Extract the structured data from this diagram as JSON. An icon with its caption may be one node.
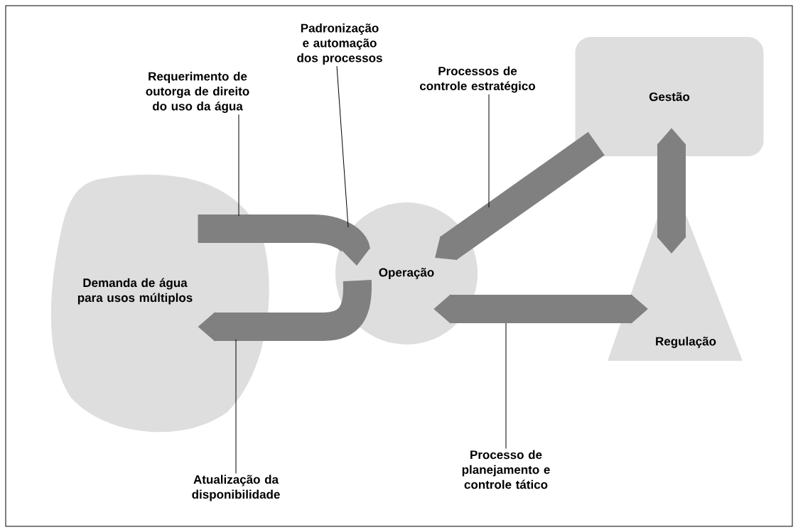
{
  "diagram": {
    "nodes": [
      {
        "text": [
          "Demanda de água para usos múltiplos"
        ]
      },
      {
        "text": [
          "Operação"
        ]
      },
      {
        "text": [
          "Gestão"
        ]
      },
      {
        "text": [
          "Regulação"
        ]
      },
      {
        "text": [
          "Requerimento de outorga de direito do uso da água"
        ]
      },
      {
        "text": [
          "Padronização e automação dos processos"
        ]
      },
      {
        "text": [
          "Processos de controle estratégico"
        ]
      },
      {
        "text": [
          "Atualização da disponibilidade"
        ]
      },
      {
        "text": [
          "Processo de planejamento e controle tático"
        ]
      }
    ],
    "edges": [
      {
        "from": 0,
        "to": 1,
        "arrow": "to",
        "style": "thick",
        "color": "#808080"
      },
      {
        "from": 1,
        "to": 0,
        "arrow": "to",
        "style": "thick",
        "color": "#808080"
      },
      {
        "from": 2,
        "to": 1,
        "arrow": "to",
        "style": "thick",
        "color": "#808080"
      },
      {
        "from": 1,
        "to": 3,
        "arrow": "both",
        "style": "thick",
        "color": "#808080"
      },
      {
        "from": 2,
        "to": 3,
        "arrow": "both",
        "style": "thick",
        "color": "#808080"
      },
      {
        "from": 4,
        "to": 0,
        "arrow": "none",
        "color": "#000000"
      },
      {
        "from": 5,
        "to": 1,
        "arrow": "none",
        "color": "#000000"
      },
      {
        "from": 6,
        "to": null,
        "arrow": "none",
        "color": "#000000"
      },
      {
        "from": 7,
        "to": 0,
        "arrow": "none",
        "color": "#000000"
      },
      {
        "from": 8,
        "to": null,
        "arrow": "none",
        "color": "#000000"
      }
    ]
  }
}
